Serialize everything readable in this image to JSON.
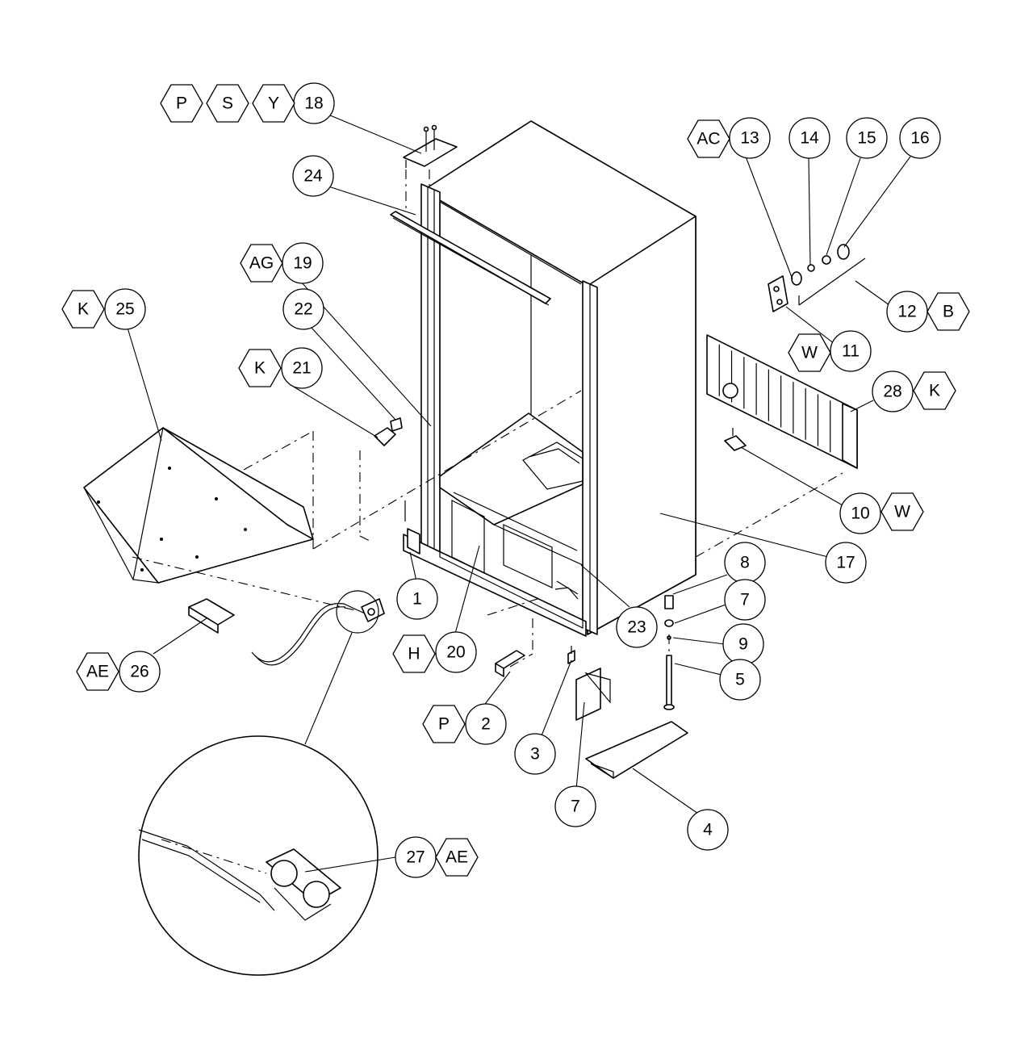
{
  "diagram": {
    "callouts": [
      {
        "id": "c18",
        "label": "18",
        "shape": "circle"
      },
      {
        "id": "cY",
        "label": "Y",
        "shape": "hex"
      },
      {
        "id": "cS",
        "label": "S",
        "shape": "hex"
      },
      {
        "id": "cP1",
        "label": "P",
        "shape": "hex"
      },
      {
        "id": "c24",
        "label": "24",
        "shape": "circle"
      },
      {
        "id": "cAC",
        "label": "AC",
        "shape": "hex"
      },
      {
        "id": "c13",
        "label": "13",
        "shape": "circle"
      },
      {
        "id": "c14",
        "label": "14",
        "shape": "circle"
      },
      {
        "id": "c15",
        "label": "15",
        "shape": "circle"
      },
      {
        "id": "c16",
        "label": "16",
        "shape": "circle"
      },
      {
        "id": "cAG",
        "label": "AG",
        "shape": "hex"
      },
      {
        "id": "c19",
        "label": "19",
        "shape": "circle"
      },
      {
        "id": "cK25",
        "label": "K",
        "shape": "hex"
      },
      {
        "id": "c25",
        "label": "25",
        "shape": "circle"
      },
      {
        "id": "c22",
        "label": "22",
        "shape": "circle"
      },
      {
        "id": "c12",
        "label": "12",
        "shape": "circle"
      },
      {
        "id": "cB",
        "label": "B",
        "shape": "hex"
      },
      {
        "id": "cW11",
        "label": "W",
        "shape": "hex"
      },
      {
        "id": "c11",
        "label": "11",
        "shape": "circle"
      },
      {
        "id": "cK21",
        "label": "K",
        "shape": "hex"
      },
      {
        "id": "c21",
        "label": "21",
        "shape": "circle"
      },
      {
        "id": "c28",
        "label": "28",
        "shape": "circle"
      },
      {
        "id": "cK28",
        "label": "K",
        "shape": "hex"
      },
      {
        "id": "c10",
        "label": "10",
        "shape": "circle"
      },
      {
        "id": "cW10",
        "label": "W",
        "shape": "hex"
      },
      {
        "id": "c17",
        "label": "17",
        "shape": "circle"
      },
      {
        "id": "c8",
        "label": "8",
        "shape": "circle"
      },
      {
        "id": "c1",
        "label": "1",
        "shape": "circle"
      },
      {
        "id": "c7a",
        "label": "7",
        "shape": "circle"
      },
      {
        "id": "c23",
        "label": "23",
        "shape": "circle"
      },
      {
        "id": "c9",
        "label": "9",
        "shape": "circle"
      },
      {
        "id": "cH",
        "label": "H",
        "shape": "hex"
      },
      {
        "id": "c20",
        "label": "20",
        "shape": "circle"
      },
      {
        "id": "cAE26",
        "label": "AE",
        "shape": "hex"
      },
      {
        "id": "c26",
        "label": "26",
        "shape": "circle"
      },
      {
        "id": "c5",
        "label": "5",
        "shape": "circle"
      },
      {
        "id": "cP2",
        "label": "P",
        "shape": "hex"
      },
      {
        "id": "c2",
        "label": "2",
        "shape": "circle"
      },
      {
        "id": "c3",
        "label": "3",
        "shape": "circle"
      },
      {
        "id": "c7b",
        "label": "7",
        "shape": "circle"
      },
      {
        "id": "c4",
        "label": "4",
        "shape": "circle"
      },
      {
        "id": "c27",
        "label": "27",
        "shape": "circle"
      },
      {
        "id": "cAE27",
        "label": "AE",
        "shape": "hex"
      }
    ]
  }
}
